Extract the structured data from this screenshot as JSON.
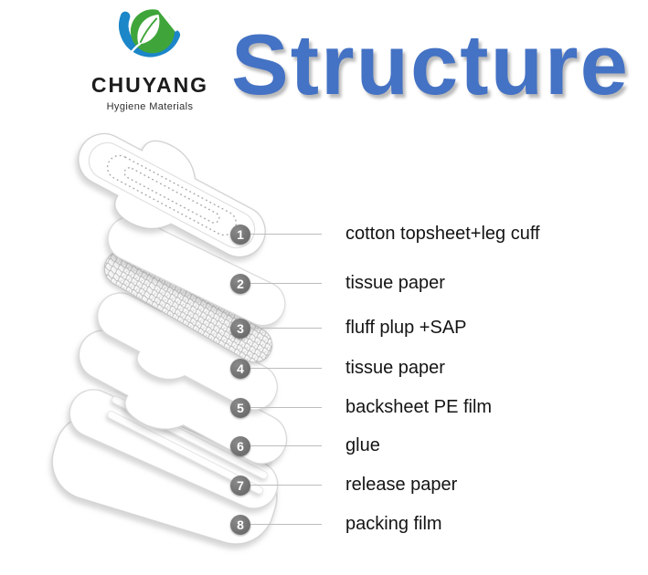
{
  "logo": {
    "company": "CHUYANG",
    "tagline": "Hygiene Materials",
    "colors": {
      "leaf_green": "#3FA53A",
      "swoosh_blue": "#1B86C8"
    }
  },
  "title": {
    "text": "Structure",
    "color": "#4472C4"
  },
  "diagram": {
    "subject": "sanitary pad exploded layer view",
    "marker_color": "#6A6A6A"
  },
  "layers": [
    {
      "num": "1",
      "label": "cotton topsheet+leg cuff"
    },
    {
      "num": "2",
      "label": "tissue paper"
    },
    {
      "num": "3",
      "label": "fluff plup +SAP"
    },
    {
      "num": "4",
      "label": "tissue paper"
    },
    {
      "num": "5",
      "label": "backsheet PE film"
    },
    {
      "num": "6",
      "label": "glue"
    },
    {
      "num": "7",
      "label": "release paper"
    },
    {
      "num": "8",
      "label": "packing film"
    }
  ]
}
